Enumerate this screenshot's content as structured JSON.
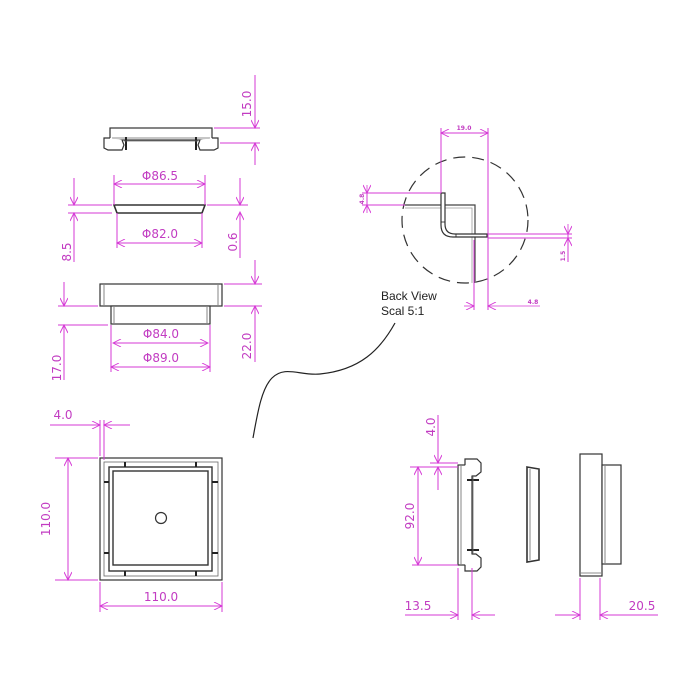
{
  "drawing": {
    "colors": {
      "dimension": "#d63ad6",
      "outline": "#333333",
      "background": "#ffffff"
    },
    "views": {
      "top_part_side": {
        "height_dim": "15.0"
      },
      "gasket": {
        "outer_dia": "Φ86.5",
        "inner_dia": "Φ82.0",
        "left_dim": "8.5",
        "right_dim": "0.6"
      },
      "body_side": {
        "inner_dia": "Φ84.0",
        "outer_dia": "Φ89.0",
        "left_dim": "17.0",
        "right_dim": "22.0"
      },
      "back_view_detail": {
        "label_line1": "Back View",
        "label_line2": "Scal 5:1",
        "width_dim": "19.0",
        "left_dim": "4.8",
        "right_dim": "1.5",
        "bottom_dim": "4.8"
      },
      "plan_view": {
        "flange_dim": "4.0",
        "height_dim": "110.0",
        "width_dim": "110.0"
      },
      "side_section": {
        "top_dim": "4.0",
        "height_dim": "92.0",
        "depth_dim": "13.5"
      },
      "side_assembly": {
        "depth_dim": "20.5"
      }
    }
  }
}
